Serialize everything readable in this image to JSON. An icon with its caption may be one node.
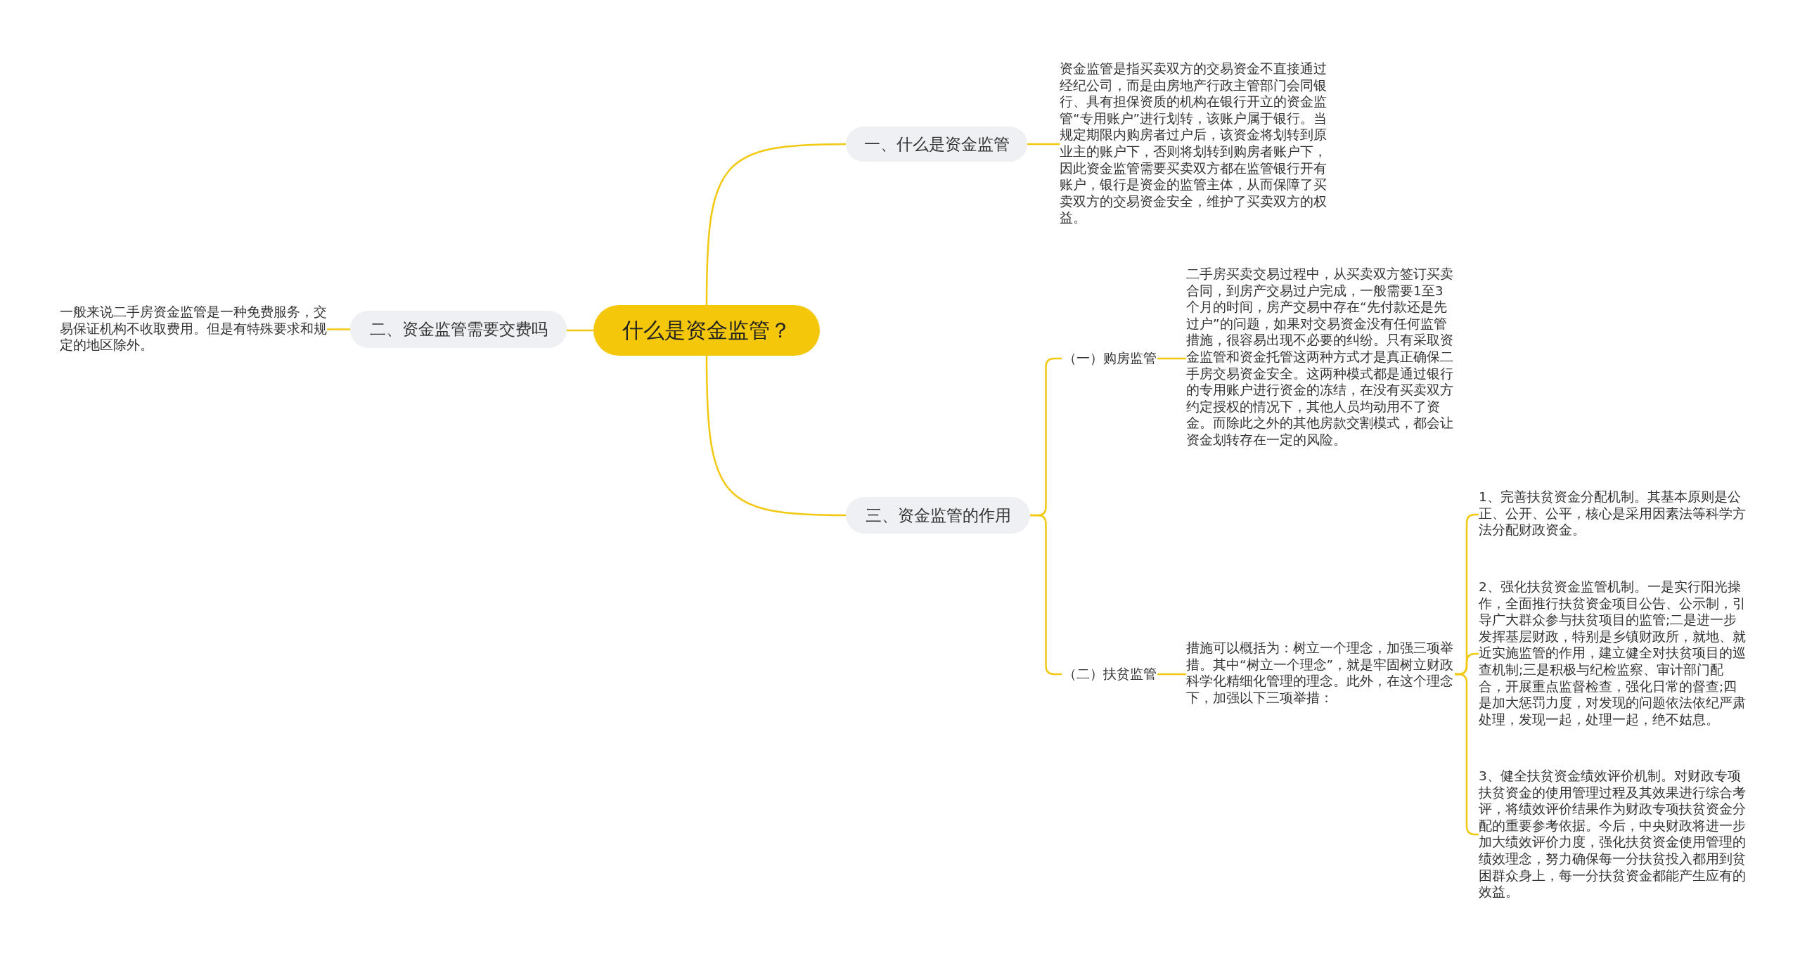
{
  "diagram": {
    "nodes": [
      {
        "text": [
          "什么是资金监管？"
        ]
      },
      {
        "text": [
          "一、什么是资金监管"
        ]
      },
      {
        "text": [
          "资金监管是指买卖双方的交易资金不直接通过经纪公司，而是由房地产行政主管部门会同银行、具有担保资质的机构在银行开立的资金监管“专用账户”进行划转，该账户属于银行。当规定期限内购房者过户后，该资金将划转到原业主的账户下，否则将划转到购房者账户下，因此资金监管需要买卖双方都在监管银行开有账户，银行是资金的监管主体，从而保障了买卖双方的交易资金安全，维护了买卖双方的权益。"
        ]
      },
      {
        "text": [
          "二、资金监管需要交费吗"
        ]
      },
      {
        "text": [
          "一般来说二手房资金监管是一种免费服务，交易保证机构不收取费用。但是有特殊要求和规定的地区除外。"
        ]
      },
      {
        "text": [
          "三、资金监管的作用"
        ]
      },
      {
        "text": [
          "（一）购房监管"
        ]
      },
      {
        "text": [
          "二手房买卖交易过程中，从买卖双方签订买卖合同，到房产交易过户完成，一般需要1至3个月的时间，房产交易中存在“先付款还是先过户”的问题，如果对交易资金没有任何监管措施，很容易出现不必要的纠纷。只有采取资金监管和资金托管这两种方式才是真正确保二手房交易资金安全。这两种模式都是通过银行的专用账户进行资金的冻结，在没有买卖双方约定授权的情况下，其他人员均动用不了资金。而除此之外的其他房款交割模式，都会让资金划转存在一定的风险。"
        ]
      },
      {
        "text": [
          "（二）扶贫监管"
        ]
      },
      {
        "text": [
          "措施可以概括为：树立一个理念，加强三项举措。其中“树立一个理念”，就是牢固树立财政科学化精细化管理的理念。此外，在这个理念下，加强以下三项举措："
        ]
      },
      {
        "text": [
          "1、完善扶贫资金分配机制。其基本原则是公正、公开、公平，核心是采用因素法等科学方法分配财政资金。"
        ]
      },
      {
        "text": [
          "2、强化扶贫资金监管机制。一是实行阳光操作，全面推行扶贫资金项目公告、公示制，引导广大群众参与扶贫项目的监管;二是进一步发挥基层财政，特别是乡镇财政所，就地、就近实施监管的作用，建立健全对扶贫项目的巡查机制;三是积极与纪检监察、审计部门配合，开展重点监督检查，强化日常的督查;四是加大惩罚力度，对发现的问题依法依纪严肃处理，发现一起，处理一起，绝不姑息。"
        ]
      },
      {
        "text": [
          "3、健全扶贫资金绩效评价机制。对财政专项扶贫资金的使用管理过程及其效果进行综合考评，将绩效评价结果作为财政专项扶贫资金分配的重要参考依据。今后，中央财政将进一步加大绩效评价力度，强化扶贫资金使用管理的绩效理念，努力确保每一分扶贫投入都用到贫困群众身上，每一分扶贫资金都能产生应有的效益。"
        ]
      }
    ],
    "edges": [
      {
        "from": 0,
        "to": 1,
        "arrow": "none"
      },
      {
        "from": 1,
        "to": 2,
        "arrow": "none"
      },
      {
        "from": 0,
        "to": 3,
        "arrow": "none"
      },
      {
        "from": 3,
        "to": 4,
        "arrow": "none"
      },
      {
        "from": 0,
        "to": 5,
        "arrow": "none"
      },
      {
        "from": 5,
        "to": 6,
        "arrow": "none"
      },
      {
        "from": 6,
        "to": 7,
        "arrow": "none"
      },
      {
        "from": 5,
        "to": 8,
        "arrow": "none"
      },
      {
        "from": 8,
        "to": 9,
        "arrow": "none"
      },
      {
        "from": 9,
        "to": 10,
        "arrow": "none"
      },
      {
        "from": 9,
        "to": 11,
        "arrow": "none"
      },
      {
        "from": 9,
        "to": 12,
        "arrow": "none"
      }
    ]
  }
}
